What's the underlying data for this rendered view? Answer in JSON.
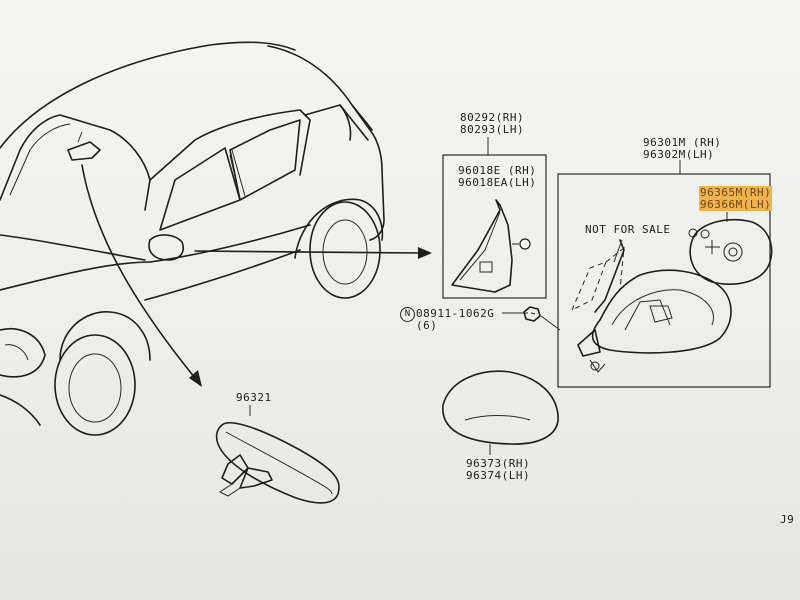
{
  "parts": {
    "base_rh": "80292(RH)",
    "base_lh": "80293(LH)",
    "finisher_rh": "96018E (RH)",
    "finisher_lh": "96018EA(LH)",
    "mirror_assy_rh": "96301M (RH)",
    "mirror_assy_lh": "96302M(LH)",
    "glass_rh": "96365M(RH)",
    "glass_lh": "96366M(LH)",
    "not_for_sale": "NOT FOR SALE",
    "nut_code": "08911-1062G",
    "nut_prefix": "N",
    "nut_qty": "(6)",
    "cover_rh": "96373(RH)",
    "cover_lh": "96374(LH)",
    "inner_mirror": "96321",
    "page_ref": "J9"
  },
  "colors": {
    "highlight": "#f0b24a",
    "line": "#1e1e1e",
    "paper": "#f4f4f1"
  }
}
